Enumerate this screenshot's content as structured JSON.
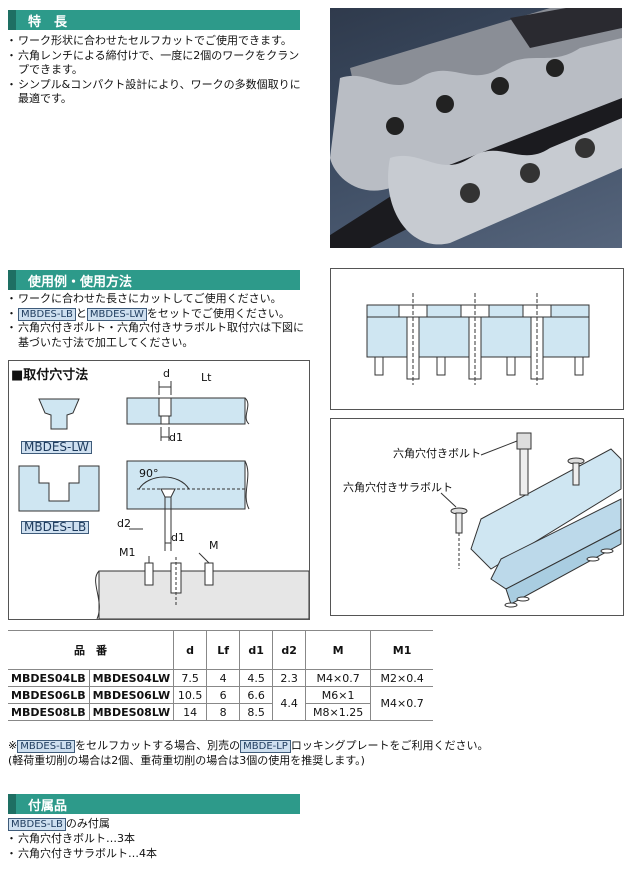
{
  "features": {
    "title": "特　長",
    "bullets": [
      "ワーク形状に合わせたセルフカットでご使用できます。",
      "六角レンチによる締付けで、一度に2個のワークをクランプできます。",
      "シンプル&コンパクト設計により、ワークの多数個取りに最適です。"
    ]
  },
  "usage": {
    "title": "使用例・使用方法",
    "bullet1": "ワークに合わせた長さにカットしてご使用ください。",
    "bullet2_tag1": "MBDES-LB",
    "bullet2_mid": "と",
    "bullet2_tag2": "MBDES-LW",
    "bullet2_tail": "をセットでご使用ください。",
    "bullet3": "六角穴付きボルト・六角穴付きサラボルト取付穴は下図に基づいた寸法で加工してください。"
  },
  "mounting": {
    "title": "■取付穴寸法",
    "label_lw": "MBDES-LW",
    "label_lb": "MBDES-LB",
    "dim_d": "d",
    "dim_lt": "Lt",
    "dim_d1": "d1",
    "dim_d2": "d2",
    "angle": "90°",
    "label_m1": "M1",
    "label_m": "M"
  },
  "assembly": {
    "bolt_label": "六角穴付きボルト",
    "flat_bolt_label": "六角穴付きサラボルト"
  },
  "table": {
    "headers": [
      "品　番",
      "d",
      "Lf",
      "d1",
      "d2",
      "M",
      "M1"
    ],
    "rows": [
      {
        "lb": "MBDES04LB",
        "lw": "MBDES04LW",
        "d": "7.5",
        "lf": "4",
        "d1": "4.5",
        "d2": "2.3",
        "m": "M4×0.7",
        "m1": "M2×0.4"
      },
      {
        "lb": "MBDES06LB",
        "lw": "MBDES06LW",
        "d": "10.5",
        "lf": "6",
        "d1": "6.6",
        "d2": "4.4",
        "m": "M6×1",
        "m1": "M4×0.7"
      },
      {
        "lb": "MBDES08LB",
        "lw": "MBDES08LW",
        "d": "14",
        "lf": "8",
        "d1": "8.5",
        "d2": "",
        "m": "M8×1.25",
        "m1": ""
      }
    ]
  },
  "notes": {
    "prefix": "※",
    "tag1": "MBDES-LB",
    "mid": "をセルフカットする場合、別売の",
    "tag2": "MBDE-LP",
    "tail": "ロッキングプレートをご利用ください。",
    "line2": "(軽荷重切削の場合は2個、重荷重切削の場合は3個の使用を推奨します。)"
  },
  "accessories": {
    "title": "付属品",
    "tag": "MBDES-LB",
    "tag_tail": "のみ付属",
    "items": [
      "六角穴付きボルト…3本",
      "六角穴付きサラボルト…4本"
    ]
  },
  "colors": {
    "header_green": "#2d9a8a",
    "part_blue": "#cfe6f2",
    "tag_blue": "#cfe0f0"
  }
}
